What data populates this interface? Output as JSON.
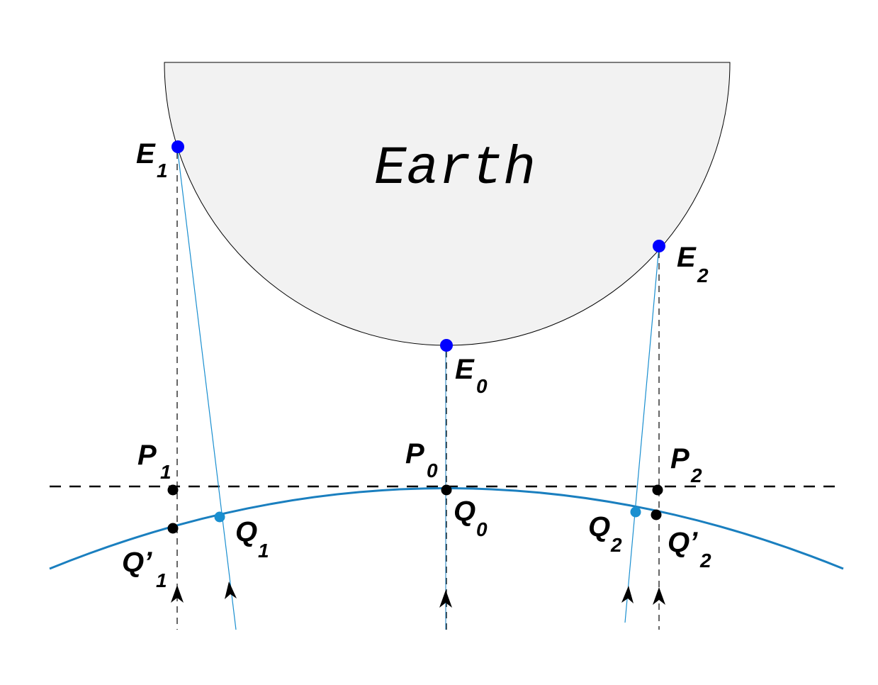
{
  "diagram": {
    "earth_label": "Earth",
    "points": {
      "E1": {
        "main": "E",
        "sub": "1"
      },
      "E2": {
        "main": "E",
        "sub": "2"
      },
      "E0": {
        "main": "E",
        "sub": "0"
      },
      "P1": {
        "main": "P",
        "sub": "1"
      },
      "P0": {
        "main": "P",
        "sub": "0"
      },
      "P2": {
        "main": "P",
        "sub": "2"
      },
      "Q1": {
        "main": "Q",
        "sub": "1"
      },
      "Q0": {
        "main": "Q",
        "sub": "0"
      },
      "Q2": {
        "main": "Q",
        "sub": "2"
      },
      "Q1p": {
        "main": "Q’",
        "sub": "1"
      },
      "Q2p": {
        "main": "Q’",
        "sub": "2"
      }
    },
    "colors": {
      "earth_fill": "#f2f2f2",
      "wavefront": "#1a7fbf",
      "observer_point": "#0000ff",
      "wave_point": "#1a8fd0",
      "plane_point": "#000000"
    }
  }
}
